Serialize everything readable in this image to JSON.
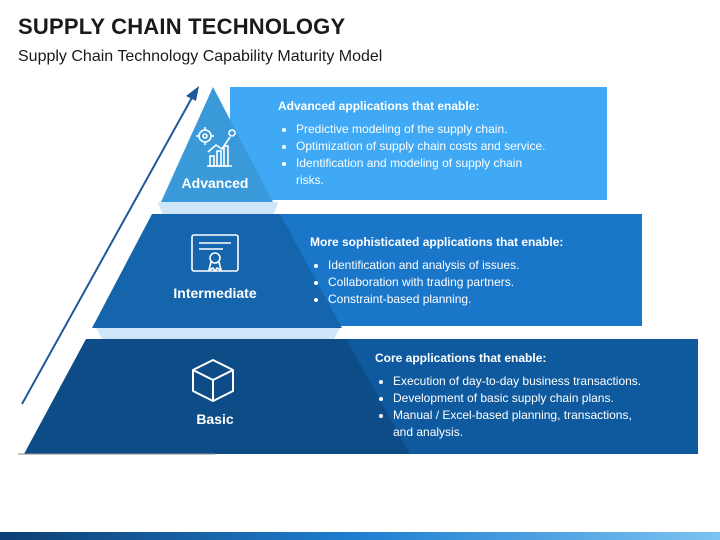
{
  "header": {
    "title": "SUPPLY CHAIN TECHNOLOGY",
    "subtitle": "Supply Chain Technology Capability Maturity Model"
  },
  "levels": [
    {
      "label": "Advanced",
      "icon": "analytics-gear-icon",
      "color": "#3a9ad9",
      "card_color": "#3fa9f5",
      "heading": "Advanced applications that enable:",
      "bullets": [
        "Predictive modeling of the supply chain.",
        "Optimization of supply chain costs and service.",
        "Identification and modeling of supply chain risks."
      ]
    },
    {
      "label": "Intermediate",
      "icon": "certificate-icon",
      "color": "#1565ad",
      "card_color": "#1976c9",
      "heading": "More sophisticated applications that enable:",
      "bullets": [
        "Identification and analysis of issues.",
        "Collaboration with trading partners.",
        "Constraint-based planning."
      ]
    },
    {
      "label": "Basic",
      "icon": "box-icon",
      "color": "#0d4c86",
      "card_color": "#0f5a9e",
      "heading": "Core applications that enable:",
      "bullets": [
        "Execution of day-to-day business transactions.",
        "Development of basic supply chain plans.",
        "Manual / Excel-based planning, transactions, and analysis."
      ]
    }
  ]
}
